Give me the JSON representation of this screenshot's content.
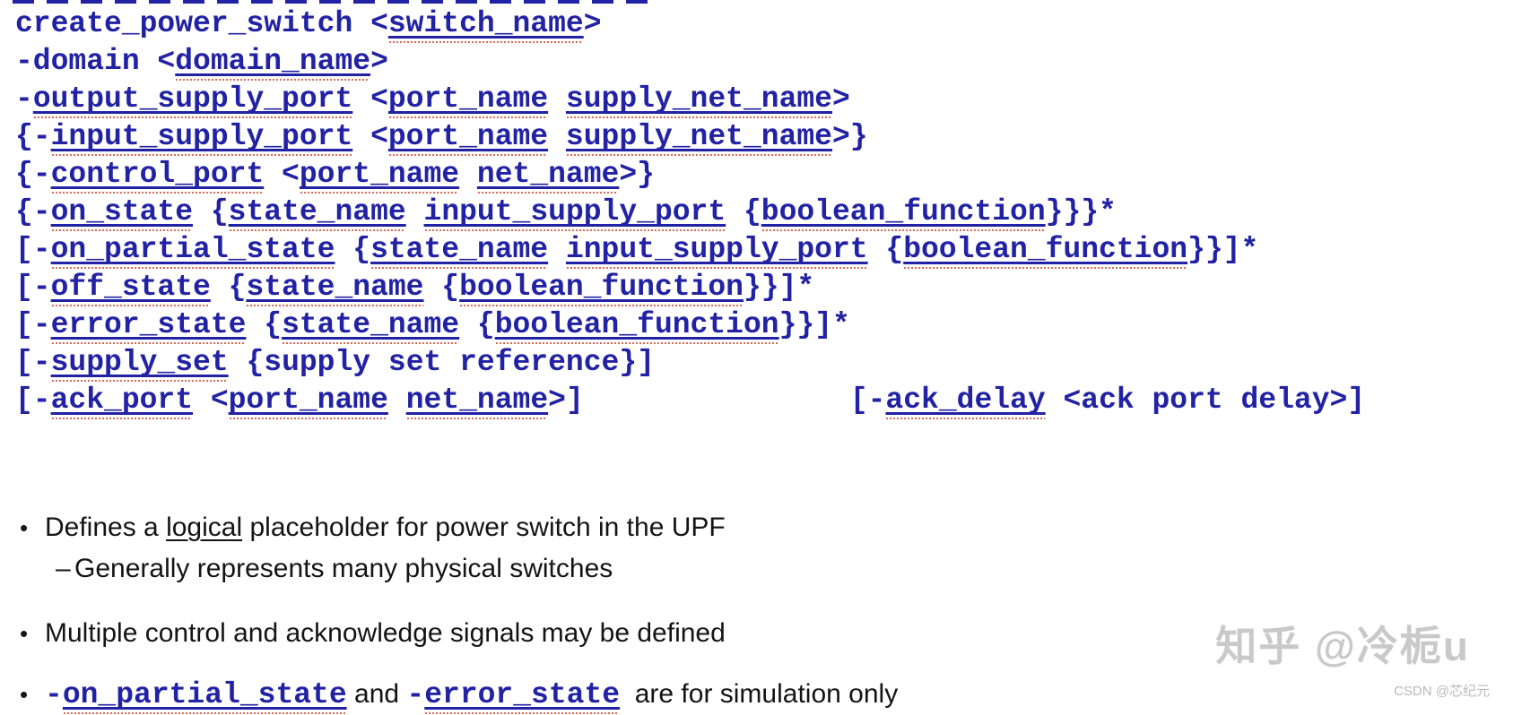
{
  "colors": {
    "code_blue": "#2222a4",
    "squiggle_red": "#d96a55",
    "body_black": "#141414",
    "watermark_light_gray": "#c9c9c9",
    "watermark_small_gray": "#b9b9b9",
    "background": "#ffffff"
  },
  "syntax_block": {
    "lines": [
      {
        "segments": [
          {
            "t": "create_power_switch <",
            "s": "code"
          },
          {
            "t": "switch_name",
            "s": "code-u"
          },
          {
            "t": ">",
            "s": "code"
          }
        ]
      },
      {
        "segments": [
          {
            "t": "-domain <",
            "s": "code"
          },
          {
            "t": "domain_name",
            "s": "code-u"
          },
          {
            "t": ">",
            "s": "code"
          }
        ]
      },
      {
        "segments": [
          {
            "t": "-",
            "s": "code"
          },
          {
            "t": "output_supply_port",
            "s": "code-u"
          },
          {
            "t": " <",
            "s": "code"
          },
          {
            "t": "port_name",
            "s": "code-u"
          },
          {
            "t": " ",
            "s": "code"
          },
          {
            "t": "supply_net_name",
            "s": "code-u"
          },
          {
            "t": ">",
            "s": "code"
          }
        ]
      },
      {
        "segments": [
          {
            "t": "{-",
            "s": "code"
          },
          {
            "t": "input_supply_port",
            "s": "code-u"
          },
          {
            "t": " <",
            "s": "code"
          },
          {
            "t": "port_name",
            "s": "code-u"
          },
          {
            "t": " ",
            "s": "code"
          },
          {
            "t": "supply_net_name",
            "s": "code-u"
          },
          {
            "t": ">}",
            "s": "code"
          }
        ]
      },
      {
        "segments": [
          {
            "t": "{-",
            "s": "code"
          },
          {
            "t": "control_port",
            "s": "code-u"
          },
          {
            "t": " <",
            "s": "code"
          },
          {
            "t": "port_name",
            "s": "code-u"
          },
          {
            "t": " ",
            "s": "code"
          },
          {
            "t": "net_name",
            "s": "code-u"
          },
          {
            "t": ">}",
            "s": "code"
          }
        ]
      },
      {
        "segments": [
          {
            "t": "{-",
            "s": "code"
          },
          {
            "t": "on_state",
            "s": "code-u"
          },
          {
            "t": " {",
            "s": "code"
          },
          {
            "t": "state_name",
            "s": "code-u"
          },
          {
            "t": " ",
            "s": "code"
          },
          {
            "t": "input_supply_port",
            "s": "code-u"
          },
          {
            "t": " {",
            "s": "code"
          },
          {
            "t": "boolean_function",
            "s": "code-u"
          },
          {
            "t": "}}}*",
            "s": "code"
          }
        ]
      },
      {
        "segments": [
          {
            "t": "[-",
            "s": "code"
          },
          {
            "t": "on_partial_state",
            "s": "code-u"
          },
          {
            "t": " {",
            "s": "code"
          },
          {
            "t": "state_name",
            "s": "code-u"
          },
          {
            "t": " ",
            "s": "code"
          },
          {
            "t": "input_supply_port",
            "s": "code-u"
          },
          {
            "t": " {",
            "s": "code"
          },
          {
            "t": "boolean_function",
            "s": "code-u"
          },
          {
            "t": "}}]*",
            "s": "code"
          }
        ]
      },
      {
        "segments": [
          {
            "t": "[-",
            "s": "code"
          },
          {
            "t": "off_state",
            "s": "code-u"
          },
          {
            "t": " {",
            "s": "code"
          },
          {
            "t": "state_name",
            "s": "code-u"
          },
          {
            "t": " {",
            "s": "code"
          },
          {
            "t": "boolean_function",
            "s": "code-u"
          },
          {
            "t": "}}]*",
            "s": "code"
          }
        ]
      },
      {
        "segments": [
          {
            "t": "[-",
            "s": "code"
          },
          {
            "t": "error_state",
            "s": "code-u"
          },
          {
            "t": " {",
            "s": "code"
          },
          {
            "t": "state_name",
            "s": "code-u"
          },
          {
            "t": " {",
            "s": "code"
          },
          {
            "t": "boolean_function",
            "s": "code-u"
          },
          {
            "t": "}}]*",
            "s": "code"
          }
        ]
      },
      {
        "segments": [
          {
            "t": "[-",
            "s": "code"
          },
          {
            "t": "supply_set",
            "s": "code-u"
          },
          {
            "t": " {supply set reference}]",
            "s": "code"
          }
        ]
      },
      {
        "segments": [
          {
            "t": "[-",
            "s": "code"
          },
          {
            "t": "ack_port",
            "s": "code-u"
          },
          {
            "t": " <",
            "s": "code"
          },
          {
            "t": "port_name",
            "s": "code-u"
          },
          {
            "t": " ",
            "s": "code"
          },
          {
            "t": "net_name",
            "s": "code-u"
          },
          {
            "t": ">]",
            "s": "code"
          },
          {
            "t": "               ",
            "s": "code"
          },
          {
            "t": "[-",
            "s": "code"
          },
          {
            "t": "ack_delay",
            "s": "code-u"
          },
          {
            "t": " <ack port delay>]",
            "s": "code"
          }
        ]
      }
    ]
  },
  "bullets": {
    "items": [
      {
        "marker": "•",
        "indent": "level1",
        "segments": [
          {
            "t": "Defines a ",
            "s": "text"
          },
          {
            "t": "logical",
            "s": "text-u"
          },
          {
            "t": " placeholder for power switch in the UPF",
            "s": "text"
          }
        ]
      },
      {
        "marker": "–",
        "indent": "level2",
        "segments": [
          {
            "t": "Generally represents many physical switches",
            "s": "text"
          }
        ]
      },
      {
        "marker": "•",
        "indent": "level1",
        "segments": [
          {
            "t": "Multiple control and acknowledge signals may be defined",
            "s": "text"
          }
        ]
      },
      {
        "marker": "•",
        "indent": "level1",
        "segments": [
          {
            "t": "-",
            "s": "code"
          },
          {
            "t": "on_partial_state",
            "s": "code-u"
          },
          {
            "t": " and ",
            "s": "text"
          },
          {
            "t": "-",
            "s": "code"
          },
          {
            "t": "error_state",
            "s": "code-u"
          },
          {
            "t": "  are for simulation only",
            "s": "text"
          }
        ]
      }
    ]
  },
  "watermarks": {
    "zhihu": "知乎 @冷栀u",
    "csdn": "CSDN @芯纪元"
  }
}
